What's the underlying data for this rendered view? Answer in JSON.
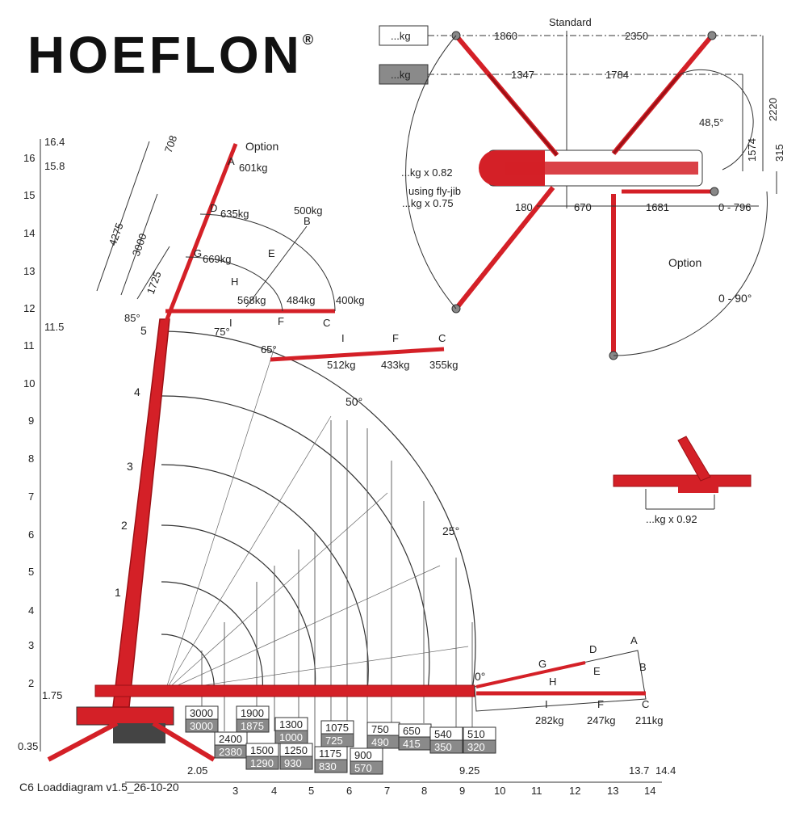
{
  "logo": {
    "text": "HOEFLON",
    "registered": "®"
  },
  "footer": {
    "version": "C6 Loaddiagram v1.5_26-10-20"
  },
  "y_axis": {
    "ticks": [
      "0.35",
      "1.75",
      "2",
      "3",
      "4",
      "5",
      "6",
      "7",
      "8",
      "9",
      "10",
      "11",
      "11.5",
      "12",
      "13",
      "14",
      "15",
      "15.8",
      "16",
      "16.4"
    ]
  },
  "x_axis": {
    "ticks": [
      "2.05",
      "3",
      "4",
      "5",
      "6",
      "7",
      "8",
      "9",
      "9.25",
      "10",
      "11",
      "12",
      "13",
      "13.7",
      "14",
      "14.4"
    ]
  },
  "angles": [
    "85°",
    "75°",
    "65°",
    "50°",
    "25°",
    "0°"
  ],
  "boom_sections": [
    "1",
    "2",
    "3",
    "4",
    "5"
  ],
  "jib_dims": [
    "708",
    "4275",
    "3000",
    "1725"
  ],
  "jib_points": {
    "option": "Option",
    "A": "A",
    "A_kg": "601kg",
    "B": "B",
    "B_kg": "500kg",
    "D": "D",
    "D_kg": "635kg",
    "E": "E",
    "G": "G",
    "G_kg": "669kg",
    "H": "H",
    "I": "I",
    "I_kg": "568kg",
    "F": "F",
    "F_kg": "484kg",
    "C": "C",
    "C_kg": "400kg"
  },
  "jib65": {
    "I": "I",
    "F": "F",
    "C": "C",
    "I_kg": "512kg",
    "F_kg": "433kg",
    "C_kg": "355kg"
  },
  "jib0": {
    "A": "A",
    "B": "B",
    "C": "C",
    "D": "D",
    "E": "E",
    "F": "F",
    "G": "G",
    "H": "H",
    "I": "I",
    "I_kg": "282kg",
    "F_kg": "247kg",
    "C_kg": "211kg"
  },
  "load_boxes": [
    {
      "top": "3000",
      "bottom": "3000"
    },
    {
      "top": "2400",
      "bottom": "2380"
    },
    {
      "top": "1900",
      "bottom": "1875"
    },
    {
      "top": "1500",
      "bottom": "1290"
    },
    {
      "top": "1300",
      "bottom": "1000"
    },
    {
      "top": "1250",
      "bottom": "930"
    },
    {
      "top": "1175",
      "bottom": "830"
    },
    {
      "top": "1075",
      "bottom": "725"
    },
    {
      "top": "900",
      "bottom": "570"
    },
    {
      "top": "750",
      "bottom": "490"
    },
    {
      "top": "650",
      "bottom": "415"
    },
    {
      "top": "540",
      "bottom": "350"
    },
    {
      "top": "510",
      "bottom": "320"
    }
  ],
  "outrigger": {
    "standard": "Standard",
    "legend_white": "...kg",
    "legend_grey": "...kg",
    "dims": [
      "1860",
      "2350",
      "1347",
      "1784",
      "2220",
      "1574",
      "315",
      "180",
      "670",
      "1681",
      "0 - 796"
    ],
    "angle": "48,5°",
    "flyjib_1": "...kg x 0.82",
    "flyjib_2": "using fly-jib",
    "flyjib_3": "...kg x 0.75",
    "option": "Option",
    "option_angle": "0 - 90°"
  },
  "small_crane": {
    "label": "...kg x 0.92"
  },
  "colors": {
    "red": "#d42027",
    "dark_red": "#9c1015",
    "grey_box": "#8a8a8a",
    "line": "#333333"
  }
}
